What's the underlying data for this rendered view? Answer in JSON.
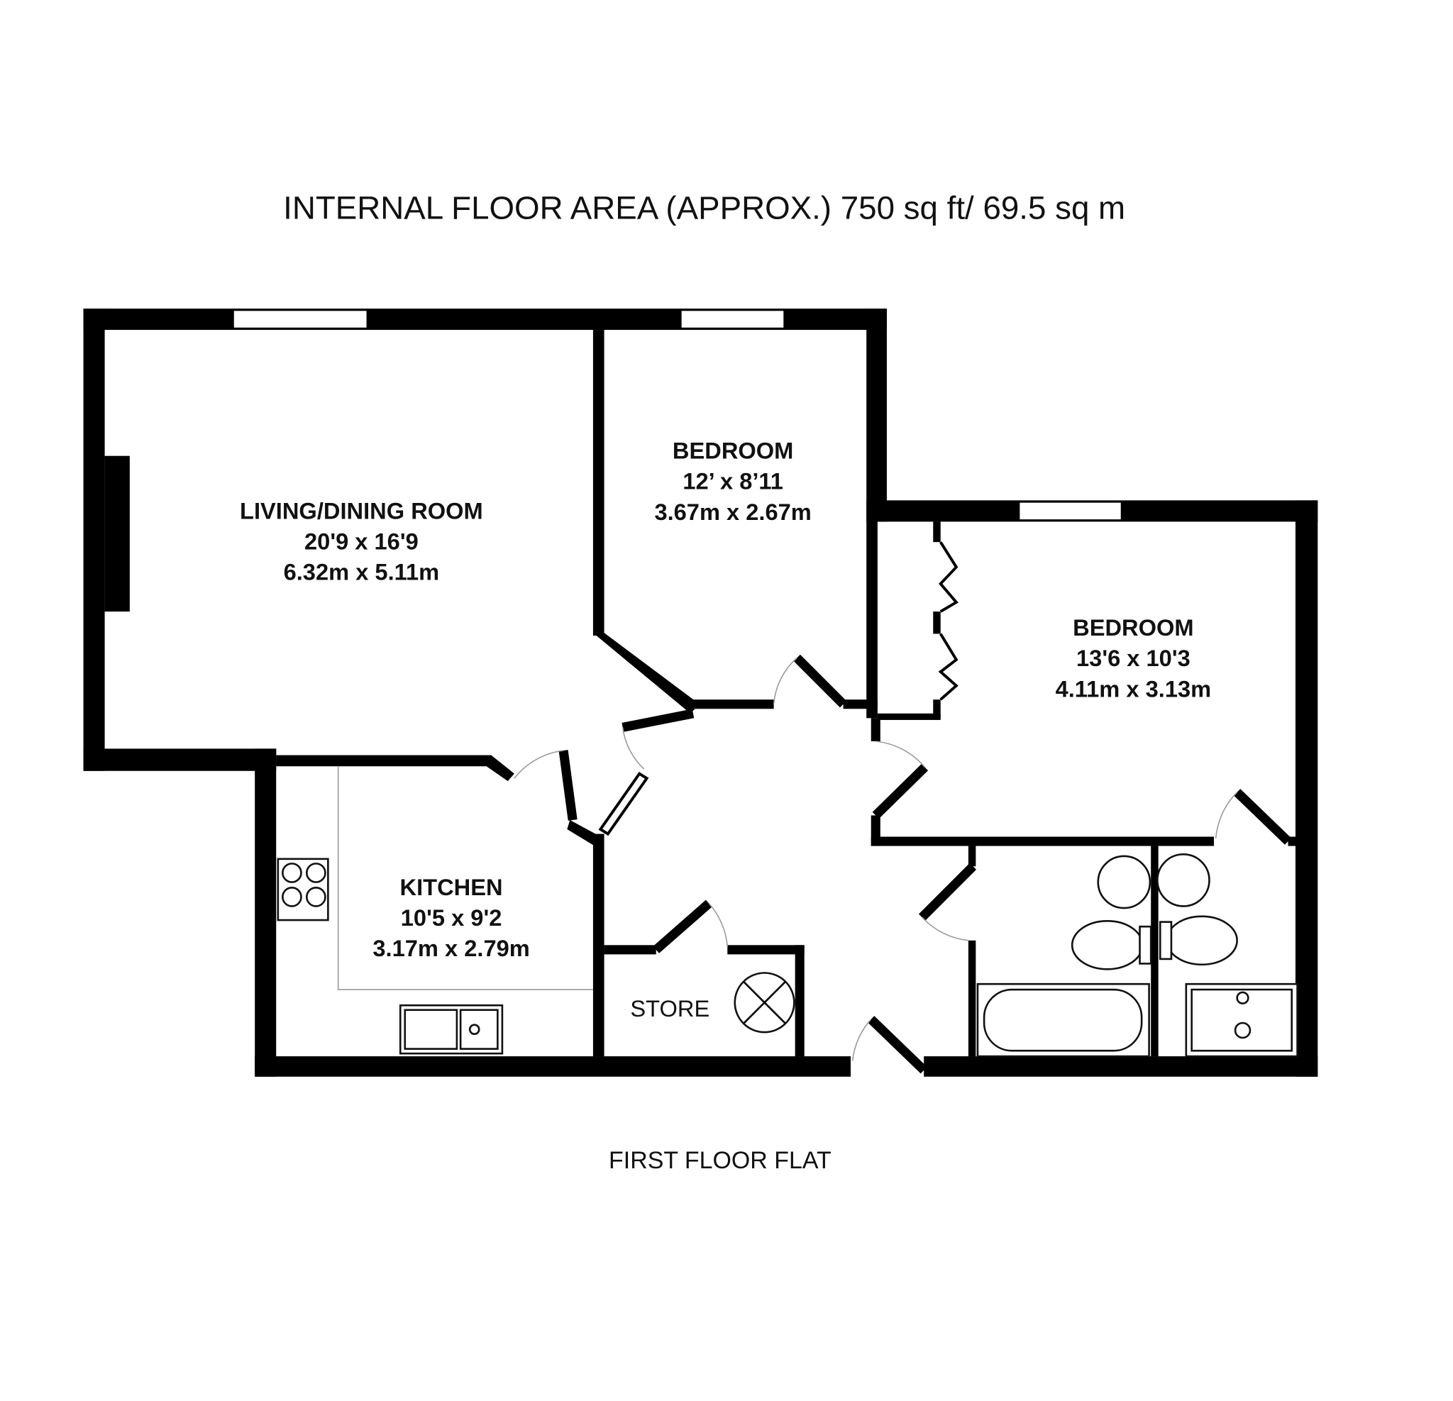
{
  "header": {
    "title": "INTERNAL FLOOR AREA (APPROX.) 750 sq ft/ 69.5 sq m"
  },
  "rooms": {
    "living": {
      "name": "LIVING/DINING ROOM",
      "imperial": "20'9 x 16'9",
      "metric": "6.32m x 5.11m"
    },
    "bedroom1": {
      "name": "BEDROOM",
      "imperial": "12’ x 8’11",
      "metric": "3.67m x 2.67m"
    },
    "bedroom2": {
      "name": "BEDROOM",
      "imperial": "13'6 x 10'3",
      "metric": "4.11m x 3.13m"
    },
    "kitchen": {
      "name": "KITCHEN",
      "imperial": "10'5 x 9'2",
      "metric": "3.17m x 2.79m"
    },
    "store": {
      "name": "STORE"
    }
  },
  "footer": {
    "caption": "FIRST FLOOR FLAT"
  }
}
